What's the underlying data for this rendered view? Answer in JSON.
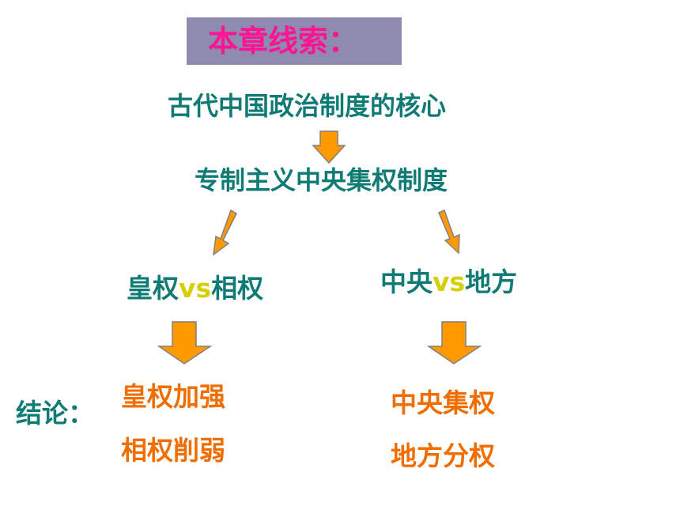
{
  "header": {
    "title": "本章线索："
  },
  "nodes": {
    "core": "古代中国政治制度的核心",
    "system": "专制主义中央集权制度",
    "left": {
      "a": "皇权",
      "vs": "vs",
      "b": "相权"
    },
    "right": {
      "a": "中央",
      "vs": "vs",
      "b": "地方"
    }
  },
  "conclusion": {
    "label": "结论：",
    "left": [
      "皇权加强",
      "相权削弱"
    ],
    "right": [
      "中央集权",
      "地方分权"
    ]
  },
  "colors": {
    "title_bg": "#8e8ab0",
    "title_text": "#ff1493",
    "node_text": "#0f7b74",
    "vs_text": "#d7d000",
    "conclusion_text": "#f06d00",
    "arrow_fill": "#ff9900",
    "arrow_stroke": "#808080"
  }
}
